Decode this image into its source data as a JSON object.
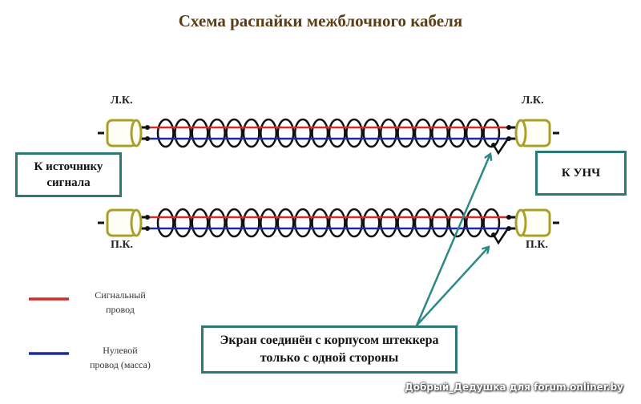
{
  "title": "Схема распайки межблочного кабеля",
  "connectors": {
    "left_top": "Л.К.",
    "right_top": "Л.К.",
    "left_bottom": "П.К.",
    "right_bottom": "П.К."
  },
  "boxes": {
    "source_line1": "К источнику",
    "source_line2": "сигнала",
    "amp": "К УНЧ",
    "note_line1": "Экран соединён с корпусом штеккера",
    "note_line2": "только с одной стороны"
  },
  "legend": [
    {
      "line1": "Сигнальный",
      "line2": "провод",
      "color": "#d42a2a"
    },
    {
      "line1": "Нулевой",
      "line2": "провод (масса)",
      "color": "#1c2a9e"
    }
  ],
  "cables": {
    "loop_count": 20
  },
  "colors": {
    "signal": "#d42a2a",
    "ground": "#1c2a9e",
    "shield": "#111111",
    "connector": "#a8a02a",
    "box_border": "#2b7a74",
    "arrow": "#2b8a84",
    "title": "#5a3e16"
  },
  "watermark": "Добрый_Дедушка для forum.onliner.by"
}
